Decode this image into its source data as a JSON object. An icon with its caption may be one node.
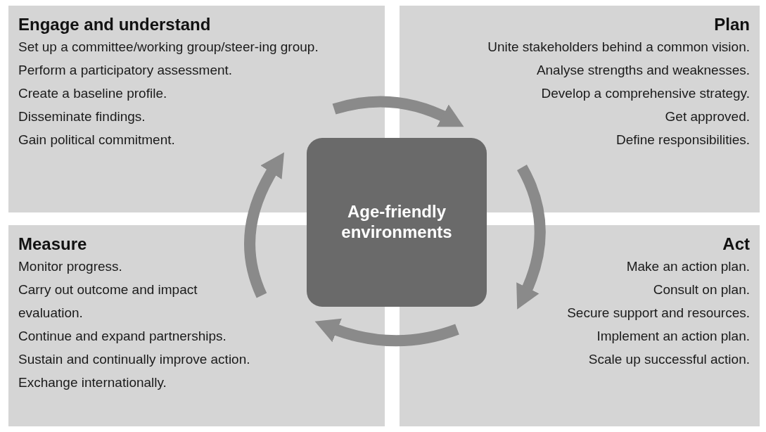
{
  "diagram": {
    "nodes": [
      {
        "text": [
          "Engage and understand",
          "Set up a committee/working group/steer-ing group.",
          "Perform a participatory assessment.",
          "Create a baseline profile.",
          "Disseminate findings.",
          "Gain political commitment."
        ]
      },
      {
        "text": [
          "Plan",
          "Unite stakeholders behind a common vision.",
          "Analyse strengths and weaknesses.",
          "Develop a comprehensive strategy.",
          "Get approved.",
          "Define responsibilities."
        ]
      },
      {
        "text": [
          "Measure",
          "Monitor progress.",
          "Carry out outcome and impact evaluation.",
          "Continue and expand partnerships.",
          "Sustain and continually improve action.",
          "Exchange internationally."
        ]
      },
      {
        "text": [
          "Act",
          "Make an action plan.",
          "Consult on plan.",
          "Secure support and resources.",
          "Implement an action plan.",
          "Scale up successful action."
        ]
      },
      {
        "text": [
          "Age-friendly environments"
        ]
      }
    ],
    "edges": [
      {
        "from": 0,
        "to": 1,
        "arrow": "to"
      },
      {
        "from": 1,
        "to": 3,
        "arrow": "to"
      },
      {
        "from": 3,
        "to": 2,
        "arrow": "to"
      },
      {
        "from": 2,
        "to": 0,
        "arrow": "to"
      }
    ]
  }
}
